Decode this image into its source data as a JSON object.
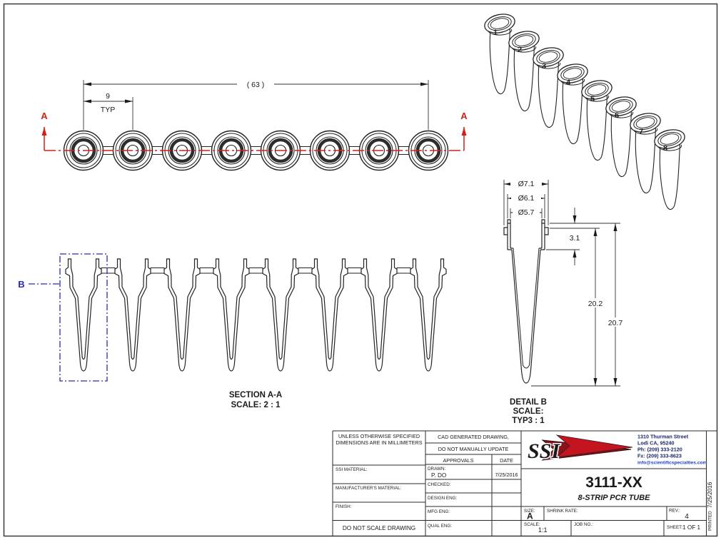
{
  "colors": {
    "line": "#222222",
    "section_red": "#d42015",
    "detail_blue": "#2a2ab8",
    "logo_red": "#c41420",
    "logo_maroon": "#8c1118",
    "address_navy": "#1b2a6b",
    "email_blue": "#1a3fd0"
  },
  "top_view": {
    "overall_dim": "( 63 )",
    "pitch_dim": "9",
    "pitch_typ": "TYP",
    "section_letter": "A"
  },
  "iso_view": {
    "tube_numbers": [
      "1",
      "2",
      "3",
      "4",
      "5",
      "6",
      "7",
      "8"
    ]
  },
  "section_view": {
    "detail_letter": "B",
    "title": "SECTION A-A",
    "scale": "SCALE: 2 : 1"
  },
  "detail_view": {
    "title": "DETAIL B",
    "scale_label": "SCALE:",
    "scale_value": "TYP3 : 1",
    "dia_flange": "Ø7.1",
    "dia_outer": "Ø6.1",
    "dia_inner": "Ø5.7",
    "collar_height": "3.1",
    "body_depth": "20.2",
    "total_height": "20.7"
  },
  "title_block": {
    "spec_note_line1": "UNLESS OTHERWISE SPECIFIED",
    "spec_note_line2": "DIMENSIONS ARE IN MILLIMETERS",
    "cad_note_line1": "CAD GENERATED DRAWING,",
    "cad_note_line2": "DO NOT MANUALLY UPDATE",
    "approvals_header": "APPROVALS",
    "date_header": "DATE",
    "drawn_label": "DRAWN:",
    "drawn_name": "P. DO",
    "drawn_date": "7/25/2016",
    "checked_label": "CHECKED:",
    "design_label": "DESIGN ENG:",
    "mfg_label": "MFG ENG:",
    "qual_label": "QUAL ENG:",
    "ssi_material_label": "SSI MATERIAL:",
    "mfr_material_label": "MANUFACTURER'S MATERIAL:",
    "finish_label": "FINISH:",
    "no_scale_note": "DO NOT SCALE DRAWING",
    "logo_text": "SSI",
    "address_line1": "1310 Thurman Street",
    "address_line2": "Lodi CA, 95240",
    "address_line3": "Ph: (209) 333-2120",
    "address_line4": "Fx: (209) 333-8623",
    "address_line5": "info@scientificspecialties.com",
    "part_number": "3111-XX",
    "part_title": "8-STRIP PCR TUBE",
    "size_label": "SIZE:",
    "size_value": "A",
    "shrink_label": "SHRINK RATE:",
    "rev_label": "REV.:",
    "rev_value": "4",
    "scale_label": "SCALE:",
    "scale_value": "1:1",
    "job_label": "JOB NO.:",
    "sheet_label": "SHEET:",
    "sheet_value": "1 OF 1",
    "printed_label": "PRINTED",
    "printed_date": "7/25/2016"
  }
}
